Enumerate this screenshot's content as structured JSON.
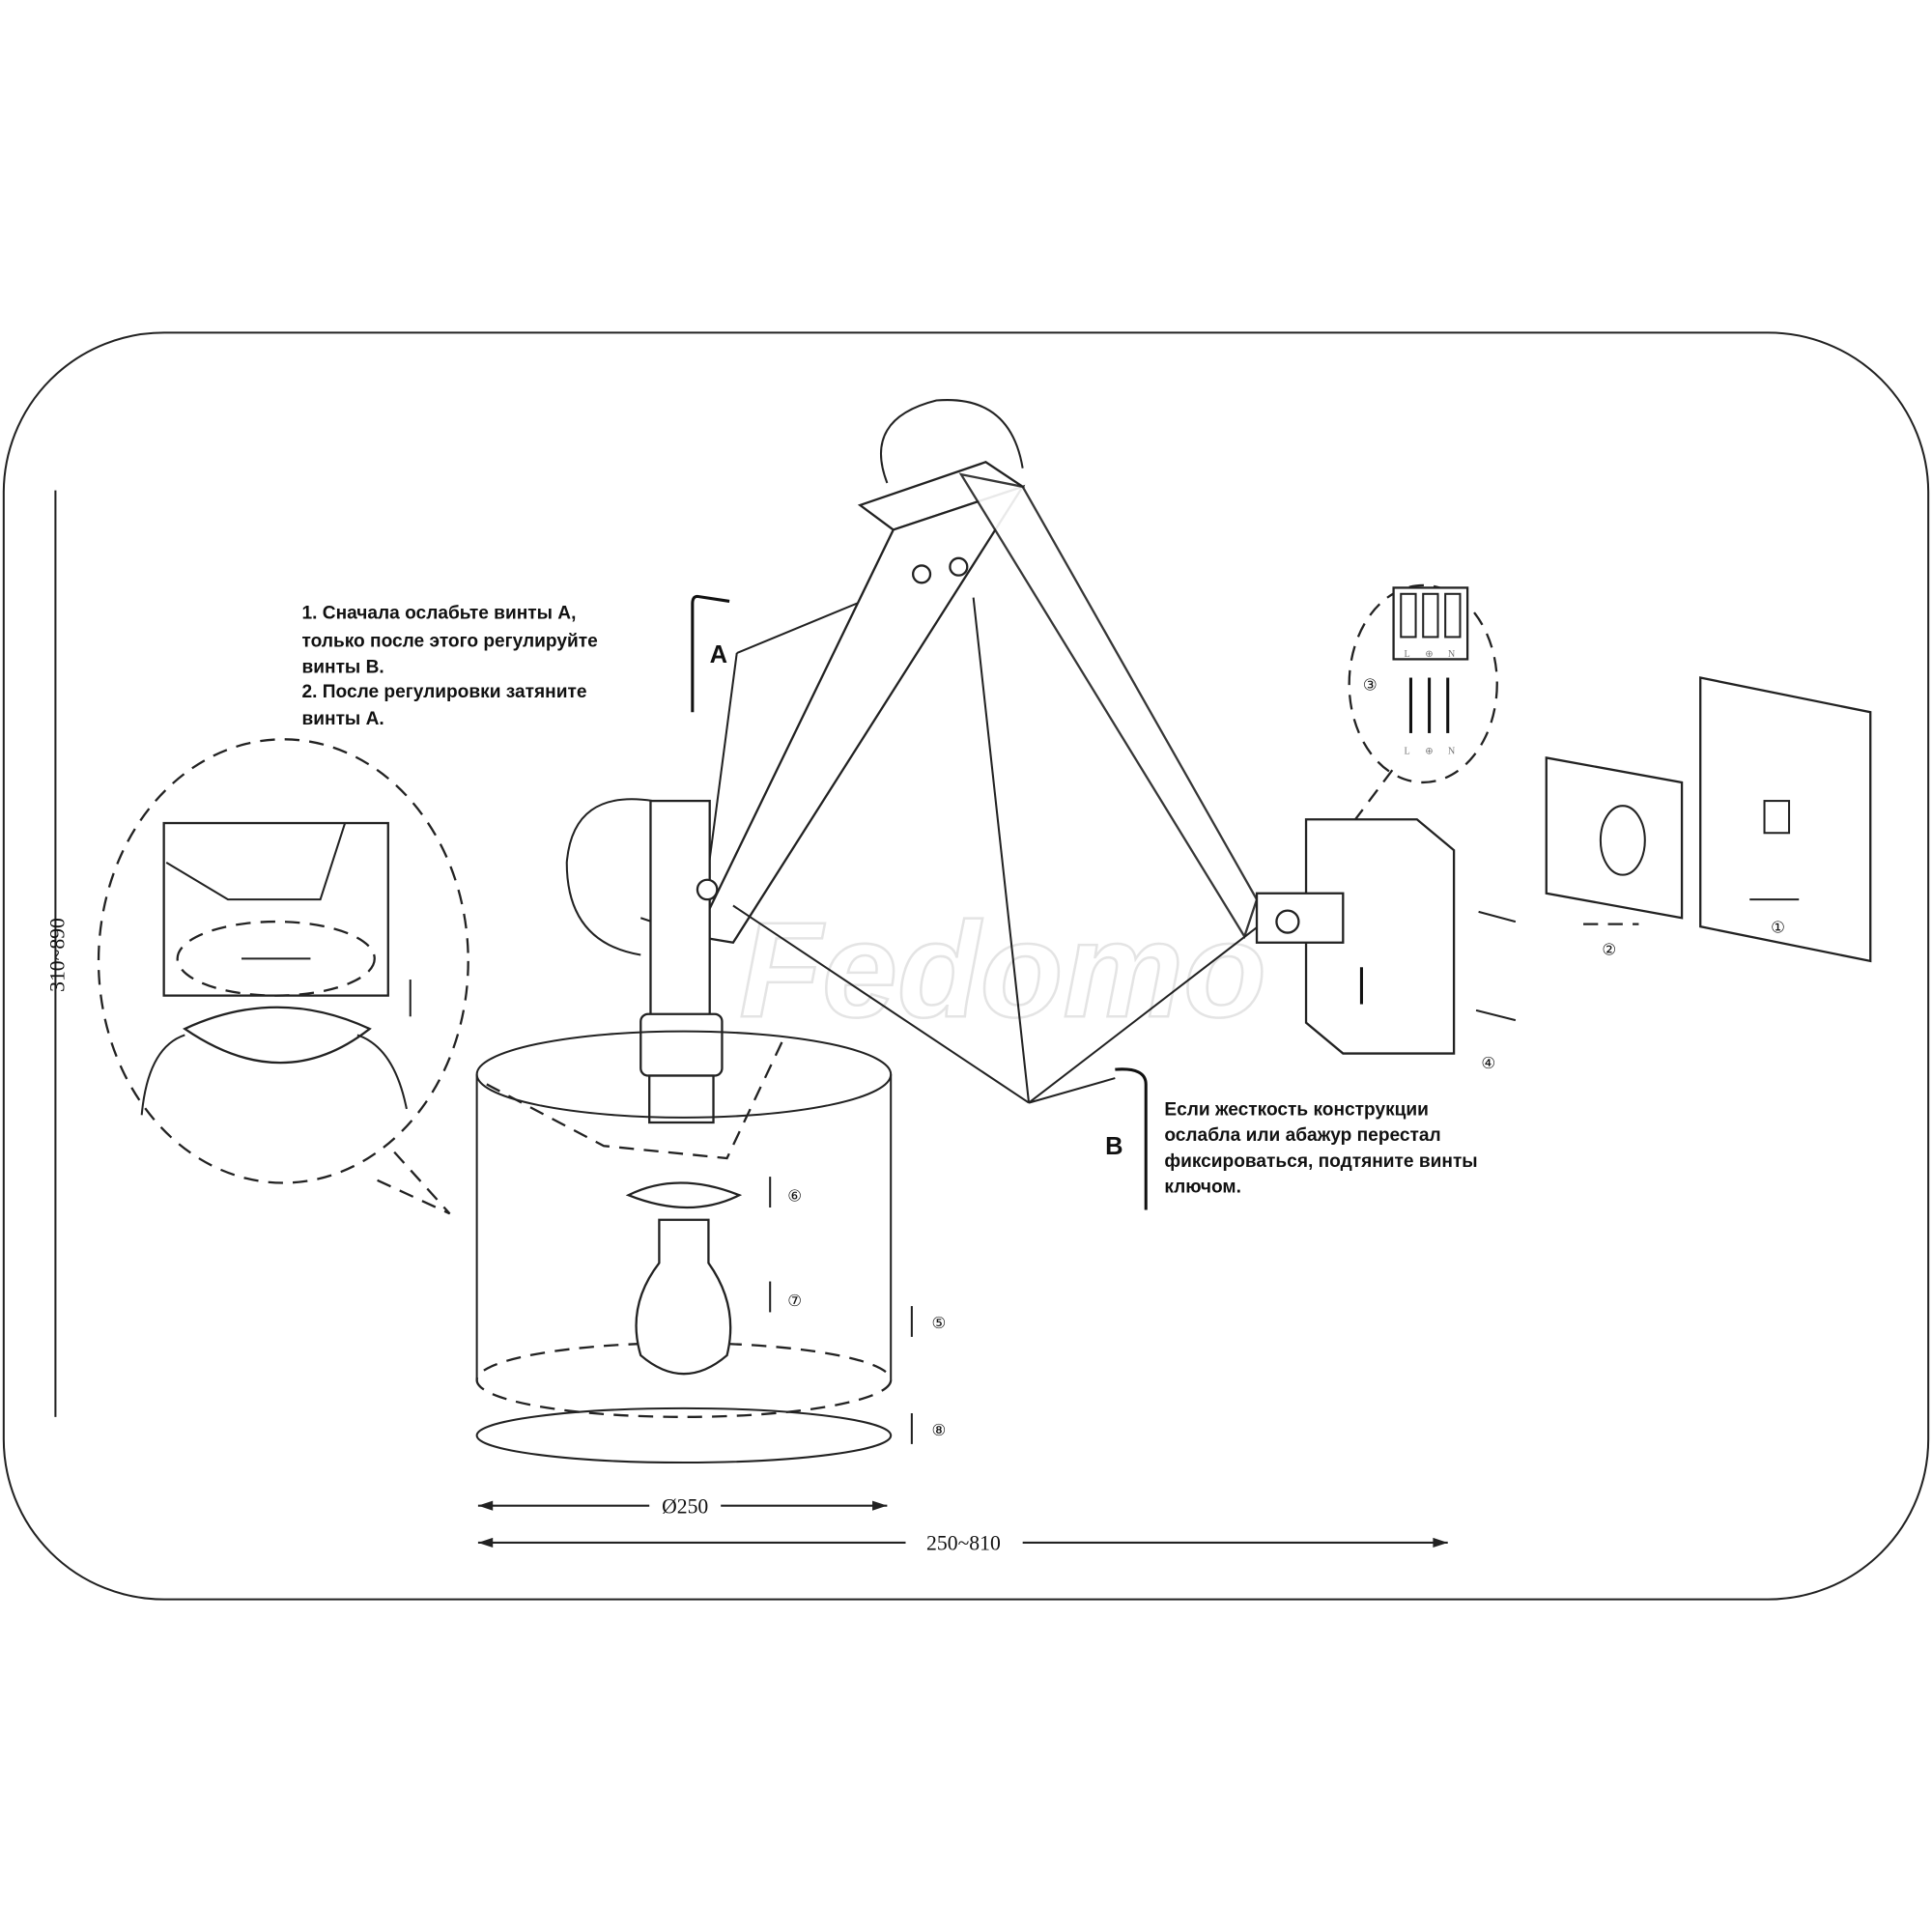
{
  "watermark": "Fedomo",
  "instructions_a": {
    "lines": [
      "1. Сначала ослабьте винты А,",
      "только после этого регулируйте",
      "винты В.",
      "2. После регулировки затяните",
      "винты А."
    ]
  },
  "instructions_b": {
    "lines": [
      "Если жесткость конструкции",
      "ослабла или абажур перестал",
      "фиксироваться, подтяните винты",
      "ключом."
    ]
  },
  "labels": {
    "screw_a": "A",
    "screw_b": "B"
  },
  "dimensions": {
    "height": "310~890",
    "shade_diameter": "Ø250",
    "reach": "250~810"
  },
  "steps": [
    "①",
    "②",
    "③",
    "④",
    "⑤",
    "⑥",
    "⑦",
    "⑧"
  ],
  "terminal": {
    "live": "L",
    "neutral": "N",
    "earth": "⊕"
  }
}
